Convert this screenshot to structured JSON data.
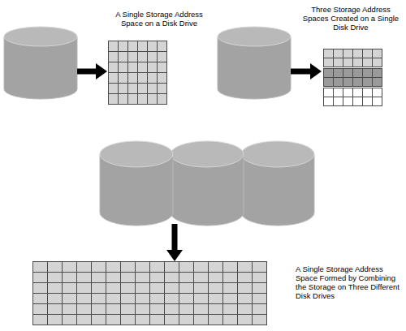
{
  "diagram": {
    "labels": [
      "A Single Storage Address Space on a Disk Drive",
      "Three Storage Address Spaces Created on a Single Disk Drive",
      "A Single Storage Address Space Formed by Combining the Storage on Three Different Disk Drives"
    ]
  }
}
